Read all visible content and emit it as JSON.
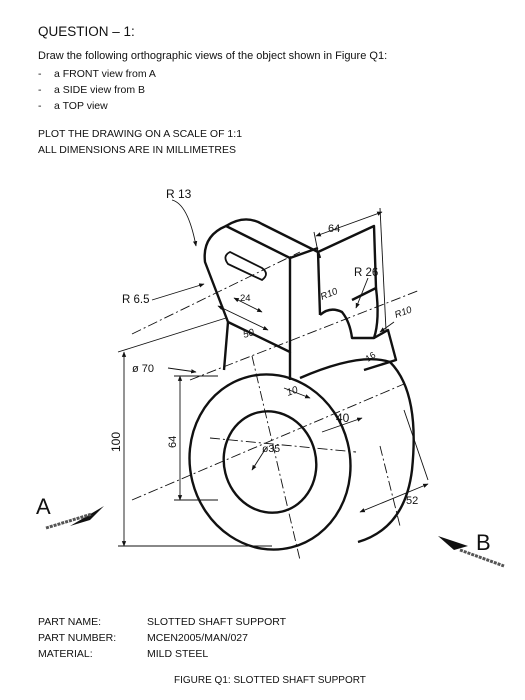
{
  "question": {
    "title": "QUESTION – 1:",
    "instruction": "Draw the following orthographic views of the object shown in Figure Q1:",
    "views": [
      "a FRONT view from A",
      "a SIDE view from B",
      "a TOP view"
    ],
    "scale_note": "PLOT THE DRAWING ON A SCALE OF 1:1",
    "units_note": "ALL DIMENSIONS ARE IN MILLIMETRES"
  },
  "drawing": {
    "labels": {
      "r13": "R 13",
      "r65": "R 6.5",
      "d24": "24",
      "d50": "50",
      "d64": "64",
      "r26": "R 26",
      "r10a": "R10",
      "r10b": "R10",
      "d16": "16",
      "d70": "ø 70",
      "d10": "10",
      "d40": "40",
      "d35": "ø35",
      "d100": "100",
      "d64v": "64",
      "d52": "52",
      "view_a": "A",
      "view_b": "B"
    }
  },
  "part": {
    "name_label": "PART NAME:",
    "name": "SLOTTED SHAFT SUPPORT",
    "number_label": "PART NUMBER:",
    "number": "MCEN2005/MAN/027",
    "material_label": "MATERIAL:",
    "material": "MILD STEEL"
  },
  "figure_caption": "FIGURE Q1: SLOTTED SHAFT SUPPORT"
}
